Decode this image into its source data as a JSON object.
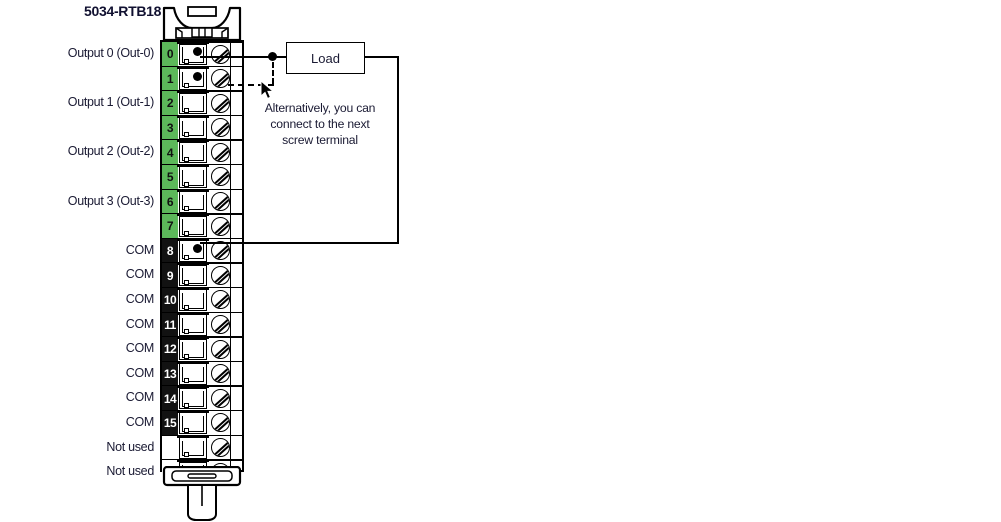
{
  "diagram": {
    "title": "5034-RTB18",
    "type": "terminal-block-wiring-diagram",
    "load_label": "Load",
    "annotation": {
      "line1": "Alternatively, you can",
      "line2": "connect to the next",
      "line3": "screw terminal"
    },
    "colors": {
      "green_terminal": "#5cb85a",
      "black_terminal": "#121212",
      "wire": "#000000",
      "background": "#ffffff"
    },
    "left_labels": [
      {
        "text": "Output 0 (Out-0)",
        "row": 0
      },
      {
        "text": "Output 1 (Out-1)",
        "row": 2
      },
      {
        "text": "Output 2 (Out-2)",
        "row": 4
      },
      {
        "text": "Output 3 (Out-3)",
        "row": 6
      },
      {
        "text": "COM",
        "row": 8
      },
      {
        "text": "COM",
        "row": 9
      },
      {
        "text": "COM",
        "row": 10
      },
      {
        "text": "COM",
        "row": 11
      },
      {
        "text": "COM",
        "row": 12
      },
      {
        "text": "COM",
        "row": 13
      },
      {
        "text": "COM",
        "row": 14
      },
      {
        "text": "COM",
        "row": 15
      },
      {
        "text": "Not used",
        "row": 16
      },
      {
        "text": "Not used",
        "row": 17
      }
    ],
    "terminals": [
      {
        "number": "0",
        "band": "green",
        "wired": true,
        "separator": false
      },
      {
        "number": "1",
        "band": "green",
        "wired": true,
        "separator": true
      },
      {
        "number": "2",
        "band": "green",
        "wired": false,
        "separator": false
      },
      {
        "number": "3",
        "band": "green",
        "wired": false,
        "separator": true
      },
      {
        "number": "4",
        "band": "green",
        "wired": false,
        "separator": false
      },
      {
        "number": "5",
        "band": "green",
        "wired": false,
        "separator": true
      },
      {
        "number": "6",
        "band": "green",
        "wired": false,
        "separator": false
      },
      {
        "number": "7",
        "band": "green",
        "wired": false,
        "separator": false
      },
      {
        "number": "8",
        "band": "black",
        "wired": true,
        "separator": false
      },
      {
        "number": "9",
        "band": "black",
        "wired": false,
        "separator": false
      },
      {
        "number": "10",
        "band": "black",
        "wired": false,
        "separator": false
      },
      {
        "number": "11",
        "band": "black",
        "wired": false,
        "separator": false
      },
      {
        "number": "12",
        "band": "black",
        "wired": false,
        "separator": false
      },
      {
        "number": "13",
        "band": "black",
        "wired": false,
        "separator": false
      },
      {
        "number": "14",
        "band": "black",
        "wired": false,
        "separator": false
      },
      {
        "number": "15",
        "band": "black",
        "wired": false,
        "separator": false
      },
      {
        "number": "",
        "band": "blank",
        "wired": false,
        "separator": false
      },
      {
        "number": "",
        "band": "blank",
        "wired": false,
        "separator": false
      }
    ]
  }
}
